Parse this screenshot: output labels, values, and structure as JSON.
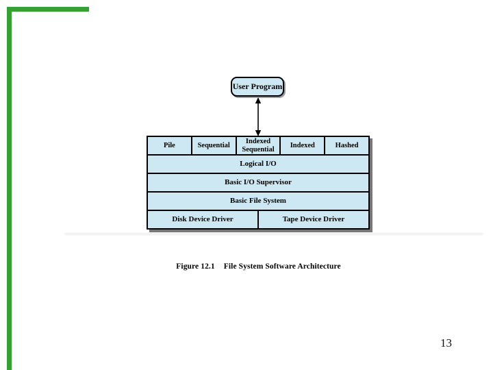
{
  "slide": {
    "page_number": "13",
    "accent_color": "#35a135",
    "box_fill": "#cde8f3",
    "shadow_color": "#787878"
  },
  "figure": {
    "user_program_label": "User Program",
    "access_methods": [
      "Pile",
      "Sequential",
      "Indexed Sequential",
      "Indexed",
      "Hashed"
    ],
    "layers": [
      "Logical I/O",
      "Basic I/O Supervisor",
      "Basic File System"
    ],
    "device_drivers": [
      "Disk Device Driver",
      "Tape Device Driver"
    ],
    "caption_label": "Figure 12.1",
    "caption_title": "File System Software Architecture"
  }
}
